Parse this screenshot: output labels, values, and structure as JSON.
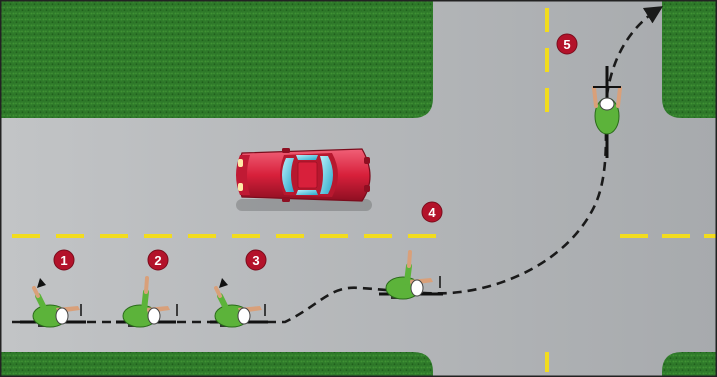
{
  "diagram": {
    "colors": {
      "road": "#b9bcbf",
      "grass": "#2f7a2a",
      "lane_marking": "#f2dc1e",
      "marker": "#b3122a",
      "car_body": "#d8203b",
      "car_glass": "#5fd0e8",
      "cyclist_shirt": "#5cb33a",
      "path": "#1a1a1a"
    },
    "steps": [
      {
        "label": "1",
        "gesture": "arm-diagonal-up"
      },
      {
        "label": "2",
        "gesture": "arm-straight-up"
      },
      {
        "label": "3",
        "gesture": "arm-diagonal-up"
      },
      {
        "label": "4",
        "gesture": "arm-straight-up"
      },
      {
        "label": "5",
        "gesture": "riding-straight"
      }
    ],
    "objects": {
      "car": "red-car",
      "path_style": "dashed",
      "path_end": "arrow-head"
    }
  }
}
